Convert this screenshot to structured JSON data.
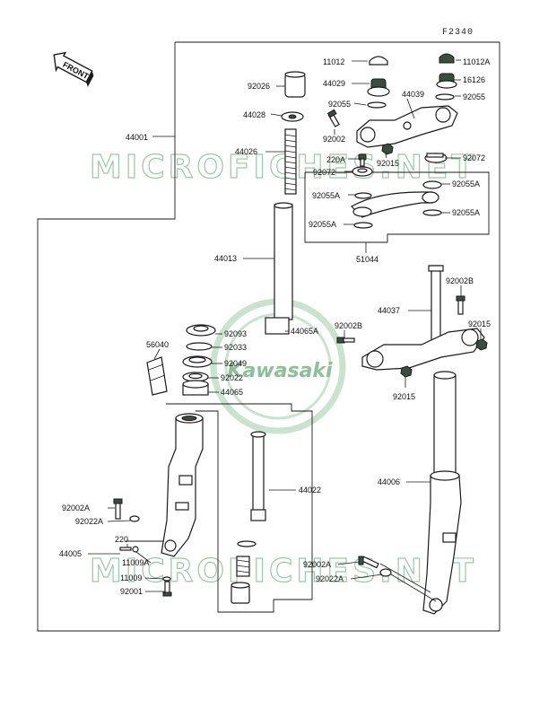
{
  "figure_ref": "F2340",
  "direction_arrow": "FRONT",
  "watermark": {
    "primary": "MICROFICHES.NET",
    "secondary": "MICROFICHES.NET",
    "seal": "Kawasaki"
  },
  "labels": {
    "p11012": "11012",
    "p11012a": "11012A",
    "p92026": "92026",
    "p44029": "44029",
    "p16126": "16126",
    "p44039": "44039",
    "p92055_l": "92055",
    "p92055_r": "92055",
    "p44028": "44028",
    "p44001": "44001",
    "p92002": "92002",
    "p44026": "44026",
    "p220a": "220A",
    "p92015_t": "92015",
    "p92072_r": "92072",
    "p92072_l": "92072",
    "p92055a_1": "92055A",
    "p92055a_2": "92055A",
    "p92055a_3": "92055A",
    "p92055a_4": "92055A",
    "p44013": "44013",
    "p51044": "51044",
    "p92002b_r": "92002B",
    "p44037": "44037",
    "p44065a": "44065A",
    "p92002b_l": "92002B",
    "p92015_r": "92015",
    "p92093": "92093",
    "p56040": "56040",
    "p92033": "92033",
    "p92049": "92049",
    "p92022": "92022",
    "p44065": "44065",
    "p92015_b": "92015",
    "p44006": "44006",
    "p44022": "44022",
    "p92002a_l": "92002A",
    "p92022a_l": "92022A",
    "p44005": "44005",
    "p220": "220",
    "p11009a": "11009A",
    "p11009": "11009",
    "p92001": "92001",
    "p92002a_r": "92002A",
    "p92022a_r": "92022A"
  }
}
